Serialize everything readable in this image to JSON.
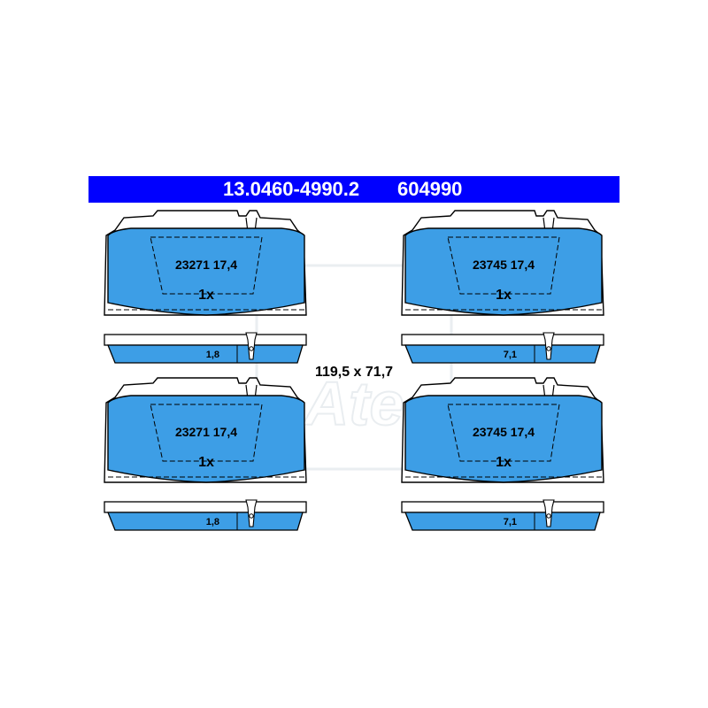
{
  "header": {
    "part_number": "13.0460-4990.2",
    "ref_number": "604990",
    "background_color": "#0000ff",
    "text_color": "#ffffff"
  },
  "dimensions_label": "119,5 x 71,7",
  "pad_fill_color": "#3d9ee6",
  "watermark": {
    "brand": "Ate"
  },
  "pads": [
    {
      "id": "top-left",
      "code": "23271 17,4",
      "qty": "1x",
      "thickness": "1,8"
    },
    {
      "id": "top-right",
      "code": "23745 17,4",
      "qty": "1x",
      "thickness": "7,1"
    },
    {
      "id": "bottom-left",
      "code": "23271 17,4",
      "qty": "1x",
      "thickness": "1,8"
    },
    {
      "id": "bottom-right",
      "code": "23745 17,4",
      "qty": "1x",
      "thickness": "7,1"
    }
  ]
}
